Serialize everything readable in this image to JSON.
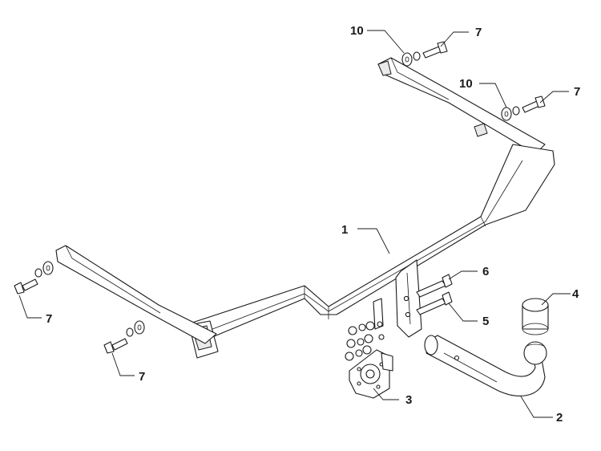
{
  "callouts": {
    "c1": "1",
    "c2": "2",
    "c3": "3",
    "c4": "4",
    "c5": "5",
    "c6": "6",
    "c7a": "7",
    "c7b": "7",
    "c7c": "7",
    "c7d": "7",
    "c10a": "10",
    "c10b": "10"
  },
  "colors": {
    "line": "#1a1a1a",
    "fill": "#ffffff",
    "shade": "#e9e9e9"
  }
}
